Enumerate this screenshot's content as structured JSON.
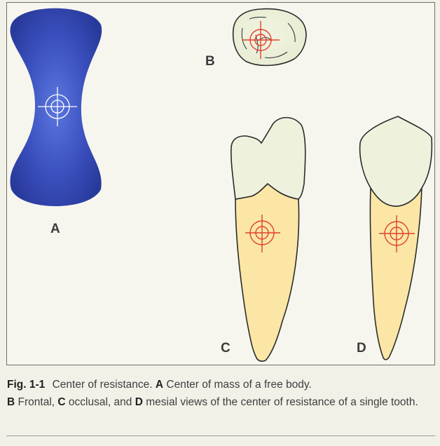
{
  "figure": {
    "panel_labels": {
      "a": "A",
      "b": "B",
      "c": "C",
      "d": "D"
    },
    "colors": {
      "free_body": "#3a4fbd",
      "crown": "#eef1dc",
      "root": "#fbe6a6",
      "target": "#e0412c",
      "outline": "#2b2b2b"
    },
    "icons": [
      "crosshair-target-icon"
    ]
  },
  "caption": {
    "fig_label": "Fig. 1-1",
    "line1": "Center of resistance.",
    "a_letter": "A",
    "a_text": "Center of mass of a free body.",
    "b_letter": "B",
    "b_text": "Frontal,",
    "c_letter": "C",
    "c_text": "occlusal, and",
    "d_letter": "D",
    "d_text": "mesial views of the center of resistance of a single tooth."
  }
}
